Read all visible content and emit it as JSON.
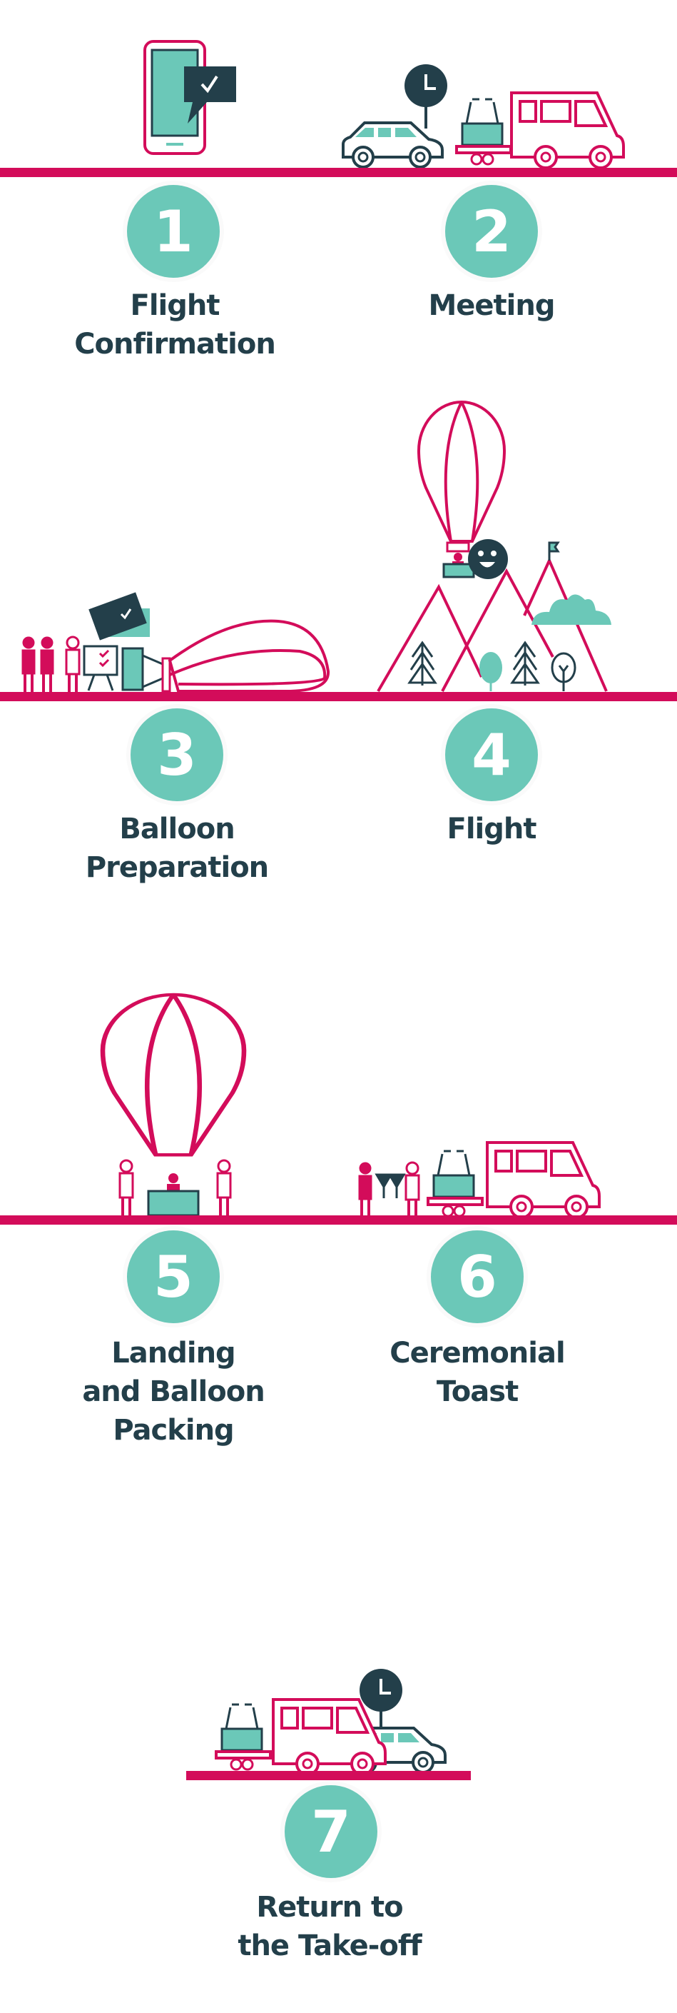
{
  "colors": {
    "accent": "#d30c5a",
    "teal": "#6bc8b8",
    "dark": "#233f4a"
  },
  "steps": [
    {
      "number": "1",
      "label": [
        "Flight",
        "Confirmation"
      ]
    },
    {
      "number": "2",
      "label": [
        "Meeting"
      ]
    },
    {
      "number": "3",
      "label": [
        "Balloon",
        "Preparation"
      ]
    },
    {
      "number": "4",
      "label": [
        "Flight"
      ]
    },
    {
      "number": "5",
      "label": [
        "Landing",
        "and Balloon",
        "Packing"
      ]
    },
    {
      "number": "6",
      "label": [
        "Ceremonial",
        "Toast"
      ]
    },
    {
      "number": "7",
      "label": [
        "Return to",
        "the Take-off"
      ]
    }
  ]
}
